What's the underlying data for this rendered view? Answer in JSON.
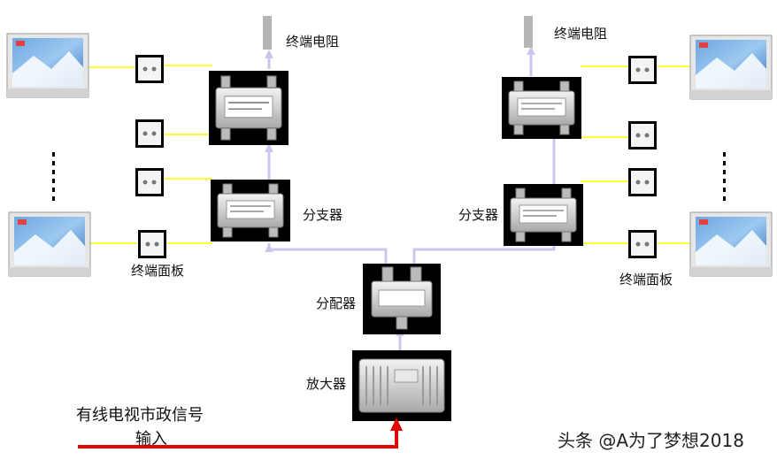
{
  "labels": {
    "terminal_resistor": "终端电阻",
    "tap": "分支器",
    "terminal_panel": "终端面板",
    "splitter": "分配器",
    "amplifier": "放大器",
    "input_line1": "有线电视市政信号",
    "input_line2": "输入",
    "watermark": "头条 @A为了梦想2018"
  },
  "colors": {
    "coax": "#c8c8ee",
    "drop": "#ffff33",
    "input_arrow": "#e00000",
    "device_bg": "#000000"
  },
  "icons": [
    "tv-icon",
    "wall-outlet-icon",
    "resistor-icon",
    "tap-device-icon",
    "splitter-device-icon",
    "amplifier-device-icon"
  ]
}
